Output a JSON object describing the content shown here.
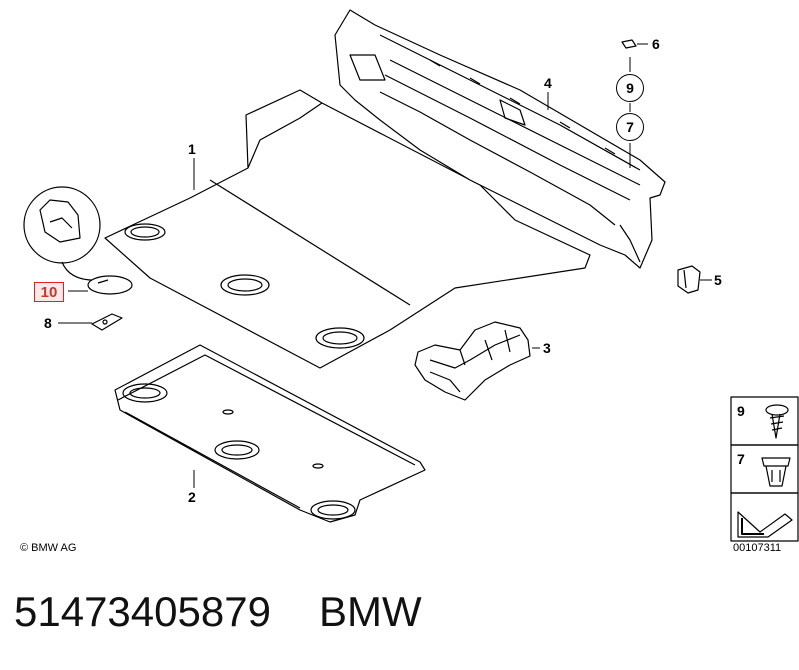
{
  "parts": [
    {
      "number": "1",
      "style": "plain"
    },
    {
      "number": "2",
      "style": "plain"
    },
    {
      "number": "3",
      "style": "plain"
    },
    {
      "number": "4",
      "style": "plain"
    },
    {
      "number": "5",
      "style": "plain"
    },
    {
      "number": "6",
      "style": "plain"
    },
    {
      "number": "7",
      "style": "circled"
    },
    {
      "number": "8",
      "style": "plain"
    },
    {
      "number": "9",
      "style": "circled"
    },
    {
      "number": "10",
      "style": "highlighted"
    }
  ],
  "legend": [
    {
      "number": "9",
      "icon": "screw-icon"
    },
    {
      "number": "7",
      "icon": "expanding-nut-icon"
    }
  ],
  "copyright": "© BMW AG",
  "diagram_id": "00107311",
  "part_number": "51473405879",
  "brand": "BMW",
  "colors": {
    "highlight_border": "#e02020",
    "highlight_fill": "#fbe9e9",
    "line": "#000000"
  }
}
